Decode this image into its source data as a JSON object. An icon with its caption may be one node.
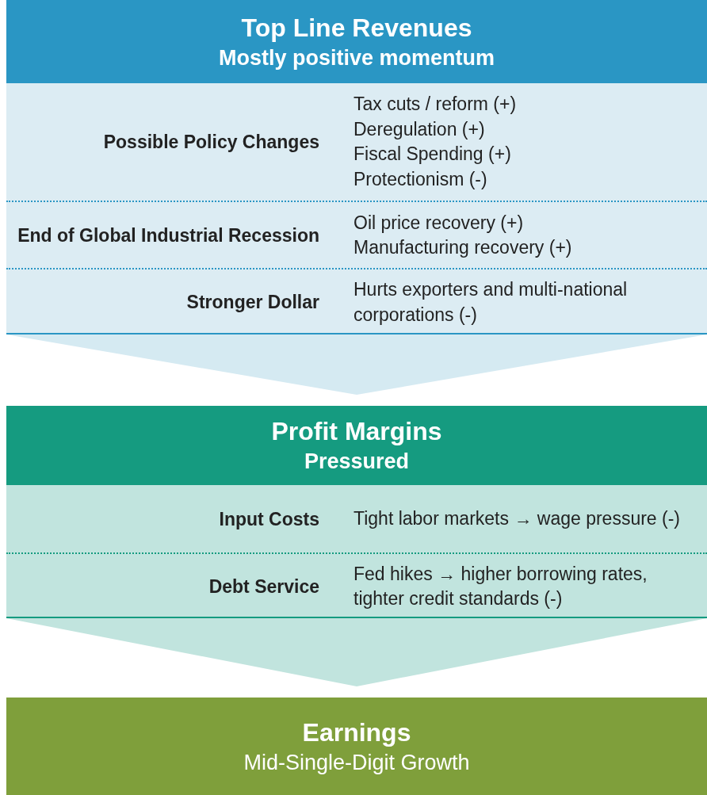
{
  "diagram": {
    "nodes": [
      {
        "text": [
          "Top Line Revenues",
          "Mostly positive momentum"
        ]
      },
      {
        "text": [
          "Possible Policy Changes",
          "Tax cuts / reform (+)",
          "Deregulation (+)",
          "Fiscal Spending (+)",
          "Protectionism (-)"
        ],
        "in": 0
      },
      {
        "text": [
          "End of Global Industrial Recession",
          "Oil price recovery (+)",
          "Manufacturing recovery (+)"
        ],
        "in": 0
      },
      {
        "text": [
          "Stronger Dollar",
          "Hurts exporters and multi-national corporations (-)"
        ],
        "in": 0
      },
      {
        "text": [
          "Profit Margins",
          "Pressured"
        ]
      },
      {
        "text": [
          "Input Costs",
          "Tight labor markets → wage pressure (-)"
        ],
        "in": 4
      },
      {
        "text": [
          "Debt Service",
          "Fed hikes → higher borrowing rates, tighter credit standards (-)"
        ],
        "in": 4
      },
      {
        "text": [
          "Earnings",
          "Mid-Single-Digit Growth"
        ]
      }
    ],
    "edges": [
      {
        "from": 0,
        "to": 4,
        "arrow": "to"
      },
      {
        "from": 4,
        "to": 7,
        "arrow": "to"
      }
    ]
  }
}
